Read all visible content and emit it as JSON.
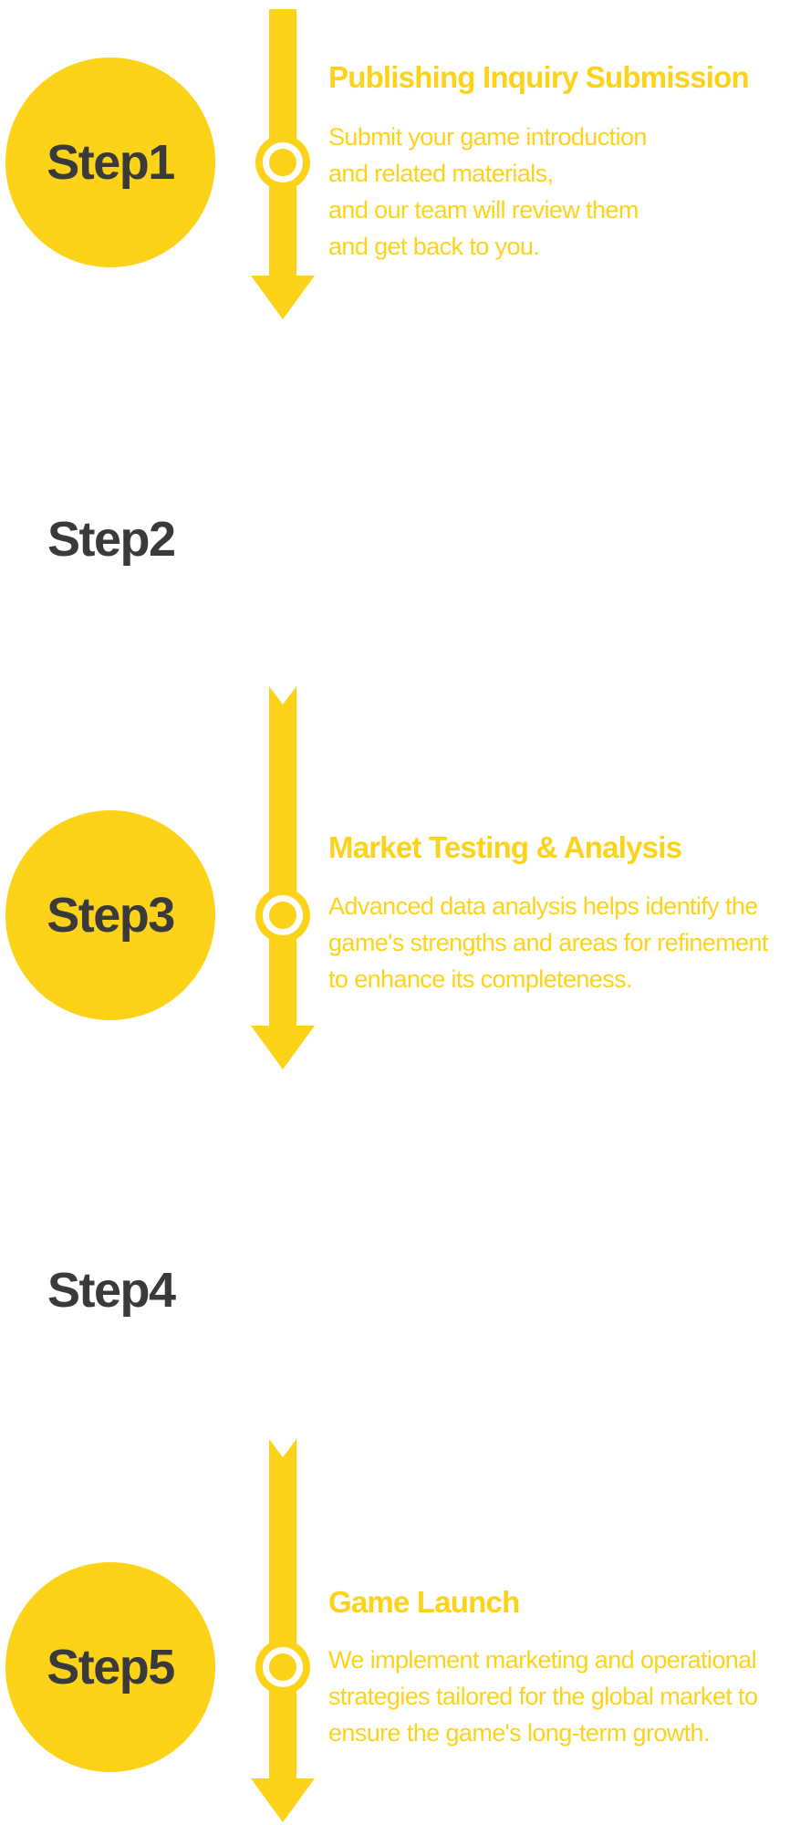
{
  "steps": [
    {
      "label": "Step1",
      "title": "Publishing Inquiry Submission",
      "description_lines": [
        "Submit your game introduction",
        "and related materials,",
        "and our team will review them",
        "and get back to you."
      ]
    },
    {
      "label": "Step2"
    },
    {
      "label": "Step3",
      "title": "Market Testing & Analysis",
      "description_lines": [
        "Advanced data analysis helps identify the",
        "game's strengths and areas for refinement",
        "to enhance its completeness."
      ]
    },
    {
      "label": "Step4"
    },
    {
      "label": "Step5",
      "title": "Game Launch",
      "description_lines": [
        "We implement marketing and operational",
        "strategies tailored for the global market to",
        "ensure the game's long-term growth."
      ]
    }
  ],
  "colors": {
    "accent": "#fdd31a",
    "step_text": "#3a3a3a",
    "background": "#ffffff"
  }
}
